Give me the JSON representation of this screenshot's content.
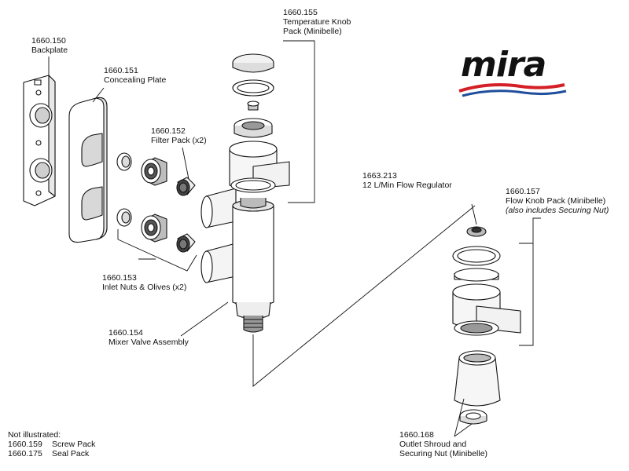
{
  "parts": {
    "backplate": {
      "code": "1660.150",
      "name": "Backplate"
    },
    "concealing_plate": {
      "code": "1660.151",
      "name": "Concealing Plate"
    },
    "filter_pack": {
      "code": "1660.152",
      "name": "Filter Pack (x2)"
    },
    "inlet_nuts": {
      "code": "1660.153",
      "name": "Inlet Nuts & Olives (x2)"
    },
    "mixer_valve": {
      "code": "1660.154",
      "name": "Mixer Valve Assembly"
    },
    "temp_knob": {
      "code": "1660.155",
      "name_line1": "Temperature Knob",
      "name_line2": "Pack (Minibelle)"
    },
    "flow_regulator": {
      "code": "1663.213",
      "name": "12 L/Min Flow Regulator"
    },
    "flow_knob": {
      "code": "1660.157",
      "name": "Flow Knob Pack (Minibelle)",
      "note": "(also includes Securing Nut)"
    },
    "outlet_shroud": {
      "code": "1660.168",
      "name_line1": "Outlet Shroud and",
      "name_line2": "Securing Nut (Minibelle)"
    }
  },
  "not_illustrated": {
    "heading": "Not illustrated:",
    "items": [
      {
        "code": "1660.159",
        "name": "Screw Pack"
      },
      {
        "code": "1660.175",
        "name": "Seal Pack"
      }
    ]
  },
  "logo": {
    "text": "mira",
    "colors": {
      "red": "#d42027",
      "blue": "#1f4e9c"
    }
  }
}
